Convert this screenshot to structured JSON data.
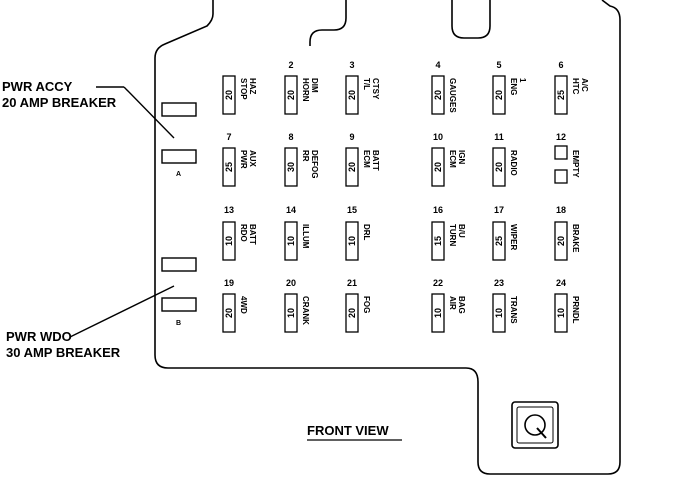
{
  "labels": {
    "pwr_accy_line1": "PWR ACCY",
    "pwr_accy_line2": "20 AMP BREAKER",
    "pwr_wdo_line1": "PWR WDO",
    "pwr_wdo_line2": "30 AMP BREAKER",
    "front_view": "FRONT VIEW",
    "breaker_a": "A",
    "breaker_b": "B"
  },
  "fuses": [
    {
      "num": "",
      "amp": "20",
      "name": "STOP HAZ"
    },
    {
      "num": "2",
      "amp": "20",
      "name": "HORN DIM"
    },
    {
      "num": "3",
      "amp": "20",
      "name": "T/L CTSY"
    },
    {
      "num": "4",
      "amp": "20",
      "name": "GAUGES"
    },
    {
      "num": "5",
      "amp": "20",
      "name": "ENG 1"
    },
    {
      "num": "6",
      "amp": "25",
      "name": "HTC A/C"
    },
    {
      "num": "7",
      "amp": "25",
      "name": "PWR AUX"
    },
    {
      "num": "8",
      "amp": "30",
      "name": "RR DEFOG"
    },
    {
      "num": "9",
      "amp": "20",
      "name": "ECM BATT"
    },
    {
      "num": "10",
      "amp": "20",
      "name": "ECM IGN"
    },
    {
      "num": "11",
      "amp": "20",
      "name": "RADIO"
    },
    {
      "num": "12",
      "amp": "",
      "name": "EMPTY"
    },
    {
      "num": "13",
      "amp": "10",
      "name": "RDO BATT"
    },
    {
      "num": "14",
      "amp": "10",
      "name": "ILLUM"
    },
    {
      "num": "15",
      "amp": "10",
      "name": "DRL"
    },
    {
      "num": "16",
      "amp": "15",
      "name": "TURN B/U"
    },
    {
      "num": "17",
      "amp": "25",
      "name": "WIPER"
    },
    {
      "num": "18",
      "amp": "20",
      "name": "BRAKE"
    },
    {
      "num": "19",
      "amp": "20",
      "name": "4WD"
    },
    {
      "num": "20",
      "amp": "10",
      "name": "CRANK"
    },
    {
      "num": "21",
      "amp": "20",
      "name": "FOG"
    },
    {
      "num": "22",
      "amp": "10",
      "name": "AIR BAG"
    },
    {
      "num": "23",
      "amp": "10",
      "name": "TRANS"
    },
    {
      "num": "24",
      "amp": "10",
      "name": "PRNDL"
    }
  ],
  "icons": {
    "fuse_puller": "fuse-puller-icon"
  }
}
